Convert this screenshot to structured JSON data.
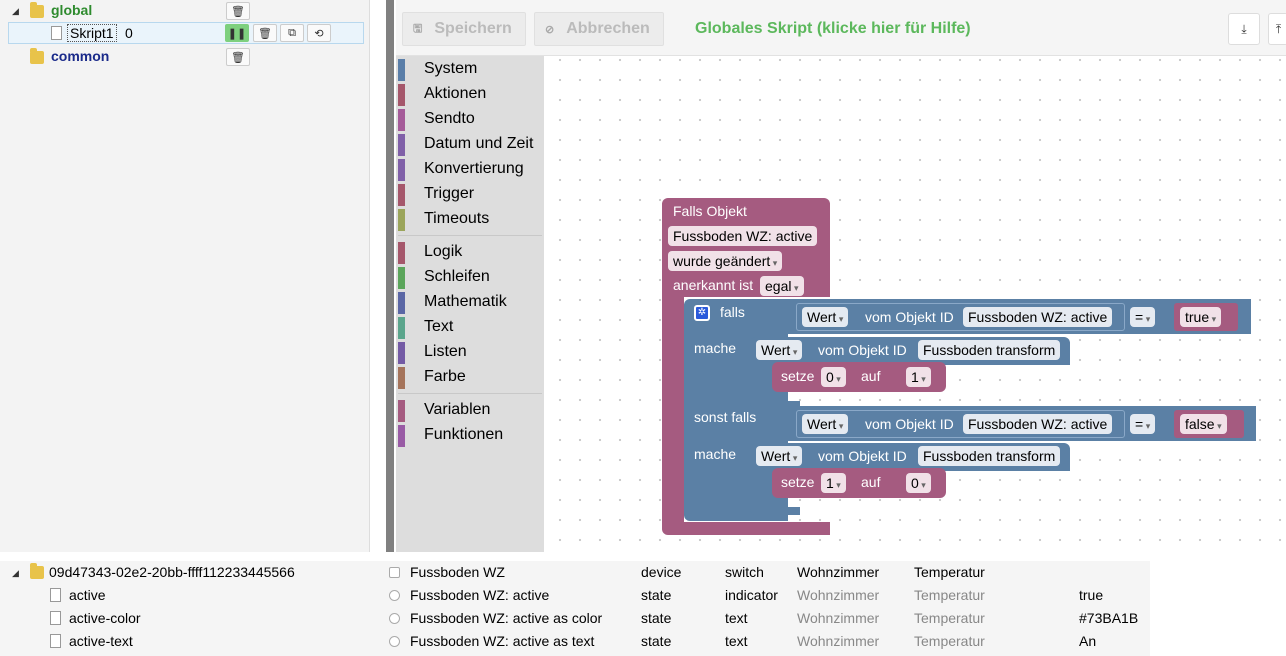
{
  "tree": {
    "global_label": "global",
    "script_name": "Skript1",
    "script_counter": "0",
    "common_label": "common"
  },
  "toolbar": {
    "save_label": "Speichern",
    "cancel_label": "Abbrechen",
    "title": "Globales Skript (klicke hier für Hilfe)"
  },
  "categories": [
    {
      "label": "System",
      "color": "#5a7ea8"
    },
    {
      "label": "Aktionen",
      "color": "#a5576b"
    },
    {
      "label": "Sendto",
      "color": "#a55b99"
    },
    {
      "label": "Datum und Zeit",
      "color": "#8060a8"
    },
    {
      "label": "Konvertierung",
      "color": "#8060a8"
    },
    {
      "label": "Trigger",
      "color": "#a5576b"
    },
    {
      "label": "Timeouts",
      "color": "#9ba55b"
    },
    {
      "label": "Logik",
      "color": "#a5576b"
    },
    {
      "label": "Schleifen",
      "color": "#5ba55b"
    },
    {
      "label": "Mathematik",
      "color": "#5b67a5"
    },
    {
      "label": "Text",
      "color": "#5ba58c"
    },
    {
      "label": "Listen",
      "color": "#745ba5"
    },
    {
      "label": "Farbe",
      "color": "#a5745b"
    },
    {
      "label": "Variablen",
      "color": "#a55b80"
    },
    {
      "label": "Funktionen",
      "color": "#995ba5"
    }
  ],
  "blocks": {
    "trigger_title": "Falls Objekt",
    "trigger_object": "Fussboden WZ: active",
    "trigger_condition": "wurde geändert",
    "ack_label": "anerkannt ist",
    "ack_value": "egal",
    "if_label": "falls",
    "do_label": "mache",
    "elseif_label": "sonst falls",
    "value_label": "Wert",
    "of_object_label": "vom Objekt ID",
    "obj_active": "Fussboden WZ: active",
    "obj_transform": "Fussboden transform",
    "eq": "=",
    "val_true": "true",
    "val_false": "false",
    "set_label": "setze",
    "on_label": "auf",
    "set1_from": "0",
    "set1_to": "1",
    "set2_from": "1",
    "set2_to": "0"
  },
  "objects": {
    "root_id": "09d47343-02e2-20bb-ffff112233445566",
    "root_name": "Fussboden WZ",
    "root_type": "device",
    "root_role": "switch",
    "root_room": "Wohnzimmer",
    "root_function": "Temperatur",
    "rows": [
      {
        "id": "active",
        "name": "Fussboden WZ: active",
        "type": "state",
        "role": "indicator",
        "room": "Wohnzimmer",
        "function": "Temperatur",
        "value": "true"
      },
      {
        "id": "active-color",
        "name": "Fussboden WZ: active as color",
        "type": "state",
        "role": "text",
        "room": "Wohnzimmer",
        "function": "Temperatur",
        "value": "#73BA1B"
      },
      {
        "id": "active-text",
        "name": "Fussboden WZ: active as text",
        "type": "state",
        "role": "text",
        "room": "Wohnzimmer",
        "function": "Temperatur",
        "value": "An"
      }
    ]
  },
  "colors": {
    "trigger_block": "#a55b80",
    "logic_block": "#5b80a5",
    "accent_green": "#5cb85c"
  }
}
